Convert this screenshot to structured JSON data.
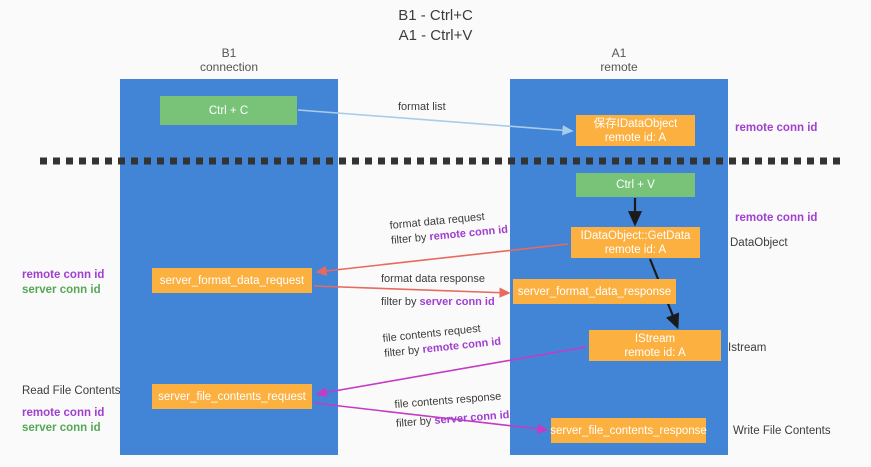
{
  "title": {
    "line1": "B1 - Ctrl+C",
    "line2": "A1 - Ctrl+V"
  },
  "lanes": [
    {
      "id": "b1",
      "name": "B1",
      "role": "connection",
      "color": "#4285d6"
    },
    {
      "id": "a1",
      "name": "A1",
      "role": "remote",
      "color": "#4285d6"
    }
  ],
  "colors": {
    "lane": "#4285d6",
    "green_box": "#78c377",
    "orange_box": "#fbb040",
    "arrow_blue": "#a8cdeb",
    "arrow_red": "#e8695f",
    "arrow_magenta": "#c43bc4",
    "arrow_black": "#1a1a1a",
    "purple_text": "#a03fd0",
    "green_text": "#55a855",
    "divider": "#333333",
    "background": "#fafafa"
  },
  "nodes": {
    "ctrl_c": {
      "label": "Ctrl + C",
      "lane": "b1",
      "style": "green"
    },
    "idataobject": {
      "label": "保存IDataObject",
      "sublabel": "remote id: A",
      "lane": "a1",
      "style": "orange"
    },
    "ctrl_v": {
      "label": "Ctrl + V",
      "lane": "a1",
      "style": "green"
    },
    "getdata": {
      "label": "IDataObject::GetData",
      "sublabel": "remote id: A",
      "lane": "a1",
      "style": "orange"
    },
    "server_format_data_request": {
      "label": "server_format_data_request",
      "lane": "b1",
      "style": "orange"
    },
    "server_format_data_response": {
      "label": "server_format_data_response",
      "lane": "a1",
      "style": "orange"
    },
    "istream": {
      "label": "IStream",
      "sublabel": "remote id: A",
      "lane": "a1",
      "style": "orange"
    },
    "server_file_contents_request": {
      "label": "server_file_contents_request",
      "lane": "b1",
      "style": "orange"
    },
    "server_file_contents_response": {
      "label": "server_file_contents_response",
      "lane": "a1",
      "style": "orange"
    }
  },
  "edge_labels": {
    "format_list": "format list",
    "format_data_request": "format data request",
    "format_data_request_filter_prefix": "filter by ",
    "format_data_request_filter_key": "remote conn id",
    "format_data_response": "format data response",
    "format_data_response_filter_prefix": "filter by ",
    "format_data_response_filter_key": "server conn id",
    "file_contents_request": "file contents request",
    "file_contents_request_filter_prefix": "filter by ",
    "file_contents_request_filter_key": "remote conn id",
    "file_contents_response": "file contents response",
    "file_contents_response_filter_prefix": "filter by ",
    "file_contents_response_filter_key": "server conn id"
  },
  "annotations": {
    "right_remote_conn_id_1": "remote conn id",
    "right_remote_conn_id_2": "remote conn id",
    "right_dataobject": "DataObject",
    "right_istream": "Istream",
    "right_write_file_contents": "Write File Contents",
    "left_remote_conn_id_1": "remote conn id",
    "left_server_conn_id_1": "server conn id",
    "left_read_file_contents": "Read File Contents",
    "left_remote_conn_id_2": "remote conn id",
    "left_server_conn_id_2": "server conn id"
  }
}
